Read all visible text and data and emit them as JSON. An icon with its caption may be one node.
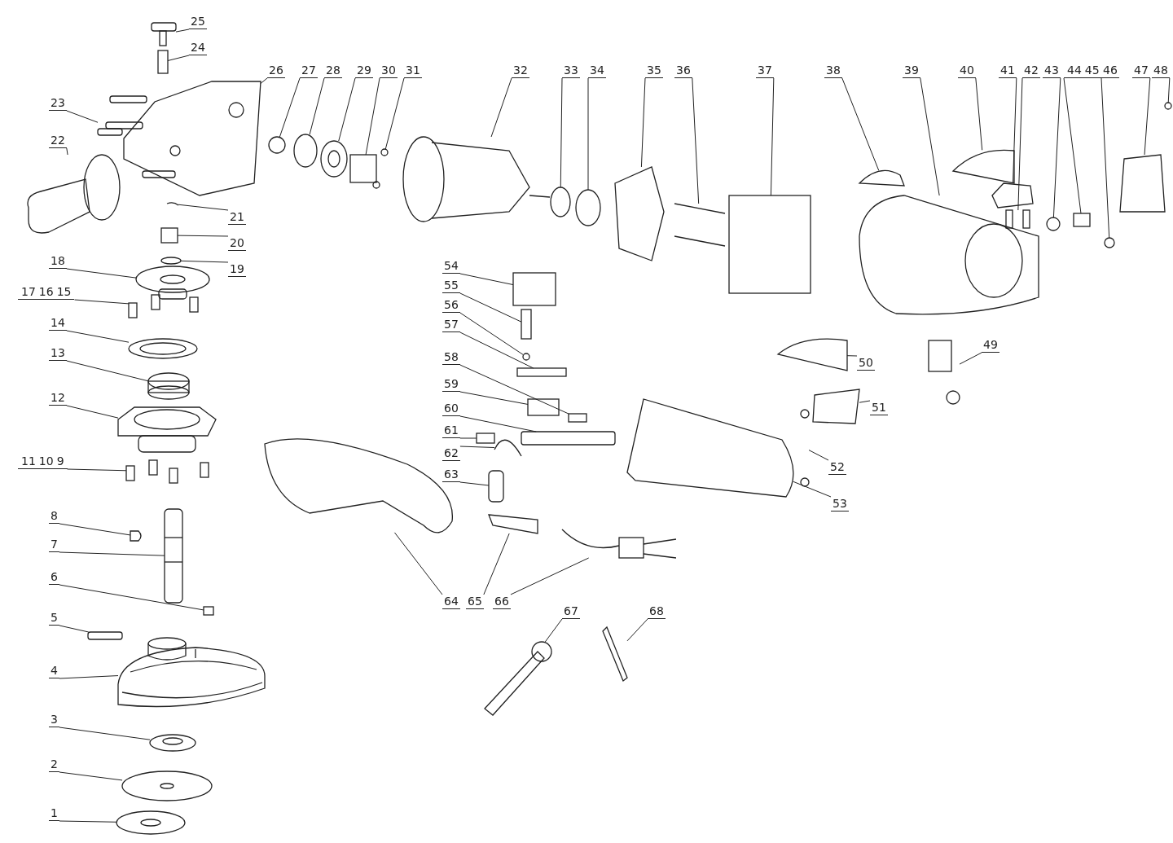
{
  "diagram": {
    "nodes": [
      {
        "text": [
          "1"
        ]
      },
      {
        "text": [
          "2"
        ]
      },
      {
        "text": [
          "3"
        ]
      },
      {
        "text": [
          "4"
        ]
      },
      {
        "text": [
          "5"
        ]
      },
      {
        "text": [
          "6"
        ]
      },
      {
        "text": [
          "7"
        ]
      },
      {
        "text": [
          "8"
        ]
      },
      {
        "text": [
          "11",
          "10",
          "9"
        ]
      },
      {
        "text": [
          "12"
        ]
      },
      {
        "text": [
          "13"
        ]
      },
      {
        "text": [
          "14"
        ]
      },
      {
        "text": [
          "17",
          "16",
          "15"
        ]
      },
      {
        "text": [
          "18"
        ]
      },
      {
        "text": [
          "19"
        ]
      },
      {
        "text": [
          "20"
        ]
      },
      {
        "text": [
          "21"
        ]
      },
      {
        "text": [
          "22"
        ]
      },
      {
        "text": [
          "23"
        ]
      },
      {
        "text": [
          "24"
        ]
      },
      {
        "text": [
          "25"
        ]
      },
      {
        "text": [
          "26"
        ]
      },
      {
        "text": [
          "27"
        ]
      },
      {
        "text": [
          "28"
        ]
      },
      {
        "text": [
          "29"
        ]
      },
      {
        "text": [
          "30"
        ]
      },
      {
        "text": [
          "31"
        ]
      },
      {
        "text": [
          "32"
        ]
      },
      {
        "text": [
          "33"
        ]
      },
      {
        "text": [
          "34"
        ]
      },
      {
        "text": [
          "35"
        ]
      },
      {
        "text": [
          "36"
        ]
      },
      {
        "text": [
          "37"
        ]
      },
      {
        "text": [
          "38"
        ]
      },
      {
        "text": [
          "39"
        ]
      },
      {
        "text": [
          "40"
        ]
      },
      {
        "text": [
          "41"
        ]
      },
      {
        "text": [
          "42"
        ]
      },
      {
        "text": [
          "43"
        ]
      },
      {
        "text": [
          "44",
          "45"
        ]
      },
      {
        "text": [
          "46"
        ]
      },
      {
        "text": [
          "47"
        ]
      },
      {
        "text": [
          "48"
        ]
      },
      {
        "text": [
          "49"
        ]
      },
      {
        "text": [
          "50"
        ]
      },
      {
        "text": [
          "51"
        ]
      },
      {
        "text": [
          "52"
        ]
      },
      {
        "text": [
          "53"
        ]
      },
      {
        "text": [
          "54"
        ]
      },
      {
        "text": [
          "55"
        ]
      },
      {
        "text": [
          "56"
        ]
      },
      {
        "text": [
          "57"
        ]
      },
      {
        "text": [
          "58"
        ]
      },
      {
        "text": [
          "59"
        ]
      },
      {
        "text": [
          "60"
        ]
      },
      {
        "text": [
          "61"
        ]
      },
      {
        "text": [
          "62"
        ]
      },
      {
        "text": [
          "63"
        ]
      },
      {
        "text": [
          "64"
        ]
      },
      {
        "text": [
          "65"
        ]
      },
      {
        "text": [
          "66"
        ]
      },
      {
        "text": [
          "67"
        ]
      },
      {
        "text": [
          "68"
        ]
      },
      {
        "text": [],
        "shape": "picture"
      },
      {
        "text": [],
        "shape": "picture"
      },
      {
        "text": [],
        "shape": "picture"
      },
      {
        "text": [],
        "shape": "picture"
      },
      {
        "text": [],
        "shape": "box"
      },
      {
        "text": [],
        "shape": "box"
      },
      {
        "text": [],
        "shape": "picture"
      },
      {
        "text": [],
        "shape": "picture"
      },
      {
        "text": [],
        "shape": "picture"
      },
      {
        "text": [],
        "shape": "picture"
      },
      {
        "text": [],
        "shape": "cylinder"
      },
      {
        "text": [],
        "shape": "picture"
      },
      {
        "text": [],
        "shape": "picture"
      },
      {
        "text": [],
        "shape": "picture"
      },
      {
        "text": [],
        "shape": "circle"
      },
      {
        "text": [],
        "shape": "box"
      },
      {
        "text": [],
        "shape": "picture"
      },
      {
        "text": [],
        "shape": "picture"
      },
      {
        "text": [],
        "shape": "picture"
      },
      {
        "text": [],
        "shape": "box"
      },
      {
        "text": [],
        "shape": "picture"
      },
      {
        "text": [],
        "shape": "picture"
      },
      {
        "text": [],
        "shape": "circle"
      },
      {
        "text": [],
        "shape": "circle"
      },
      {
        "text": [],
        "shape": "picture"
      },
      {
        "text": [],
        "shape": "box"
      },
      {
        "text": [],
        "shape": "picture"
      },
      {
        "text": [],
        "shape": "picture"
      },
      {
        "text": [],
        "shape": "circle"
      },
      {
        "text": [],
        "shape": "circle"
      },
      {
        "text": [],
        "shape": "picture"
      },
      {
        "text": [],
        "shape": "picture"
      },
      {
        "text": [],
        "shape": "box"
      },
      {
        "text": [],
        "shape": "picture"
      },
      {
        "text": [],
        "shape": "picture"
      },
      {
        "text": [],
        "shape": "picture"
      },
      {
        "text": [],
        "shape": "picture"
      },
      {
        "text": [],
        "shape": "picture"
      },
      {
        "text": [],
        "shape": "circle"
      },
      {
        "text": [],
        "shape": "box"
      },
      {
        "text": [],
        "shape": "circle"
      },
      {
        "text": [],
        "shape": "picture"
      },
      {
        "text": [],
        "shape": "circle"
      },
      {
        "text": [],
        "shape": "picture"
      },
      {
        "text": [],
        "shape": "picture"
      },
      {
        "text": [],
        "shape": "picture"
      },
      {
        "text": [],
        "shape": "picture"
      },
      {
        "text": [],
        "shape": "picture"
      },
      {
        "text": [],
        "shape": "box"
      },
      {
        "text": [],
        "shape": "box"
      },
      {
        "text": [],
        "shape": "circle"
      },
      {
        "text": [],
        "shape": "box"
      },
      {
        "text": [],
        "shape": "box"
      },
      {
        "text": [],
        "shape": "box"
      },
      {
        "text": [],
        "shape": "box"
      },
      {
        "text": [],
        "shape": "box"
      },
      {
        "text": [],
        "shape": "picture"
      },
      {
        "text": [],
        "shape": "box"
      },
      {
        "text": [],
        "shape": "picture"
      },
      {
        "text": [],
        "shape": "picture"
      },
      {
        "text": [],
        "shape": "picture"
      },
      {
        "text": [],
        "shape": "picture"
      },
      {
        "text": [],
        "shape": "picture"
      }
    ],
    "edges": [
      {
        "from": 0,
        "to": 63,
        "arrow": "none"
      },
      {
        "from": 1,
        "to": 64,
        "arrow": "none"
      },
      {
        "from": 2,
        "to": 65,
        "arrow": "none"
      },
      {
        "from": 3,
        "to": 66,
        "arrow": "none"
      },
      {
        "from": 4,
        "to": 67,
        "arrow": "none"
      },
      {
        "from": 5,
        "to": 68,
        "arrow": "none"
      },
      {
        "from": 6,
        "to": 69,
        "arrow": "none"
      },
      {
        "from": 7,
        "to": 70,
        "arrow": "none"
      },
      {
        "from": 8,
        "to": 71,
        "arrow": "none"
      },
      {
        "from": 9,
        "to": 72,
        "arrow": "none"
      },
      {
        "from": 10,
        "to": 73,
        "arrow": "none"
      },
      {
        "from": 11,
        "to": 74,
        "arrow": "none"
      },
      {
        "from": 12,
        "to": 75,
        "arrow": "none"
      },
      {
        "from": 13,
        "to": 76,
        "arrow": "none"
      },
      {
        "from": 14,
        "to": 77,
        "arrow": "none"
      },
      {
        "from": 15,
        "to": 78,
        "arrow": "none"
      },
      {
        "from": 16,
        "to": 79,
        "arrow": "none"
      },
      {
        "from": 17,
        "to": 80,
        "arrow": "none"
      },
      {
        "from": 18,
        "to": 81,
        "arrow": "none"
      },
      {
        "from": 19,
        "to": 82,
        "arrow": "none"
      },
      {
        "from": 20,
        "to": 83,
        "arrow": "none"
      },
      {
        "from": 21,
        "to": 84,
        "arrow": "none"
      },
      {
        "from": 22,
        "to": 85,
        "arrow": "none"
      },
      {
        "from": 23,
        "to": 86,
        "arrow": "none"
      },
      {
        "from": 24,
        "to": 87,
        "arrow": "none"
      },
      {
        "from": 25,
        "to": 88,
        "arrow": "none"
      },
      {
        "from": 26,
        "to": 89,
        "arrow": "none"
      },
      {
        "from": 27,
        "to": 90,
        "arrow": "none"
      },
      {
        "from": 28,
        "to": 91,
        "arrow": "none"
      },
      {
        "from": 29,
        "to": 92,
        "arrow": "none"
      },
      {
        "from": 30,
        "to": 93,
        "arrow": "none"
      },
      {
        "from": 31,
        "to": 94,
        "arrow": "none"
      },
      {
        "from": 32,
        "to": 95,
        "arrow": "none"
      },
      {
        "from": 33,
        "to": 96,
        "arrow": "none"
      },
      {
        "from": 34,
        "to": 97,
        "arrow": "none"
      },
      {
        "from": 35,
        "to": 98,
        "arrow": "none"
      },
      {
        "from": 36,
        "to": 99,
        "arrow": "none"
      },
      {
        "from": 37,
        "to": 100,
        "arrow": "none"
      },
      {
        "from": 38,
        "to": 101,
        "arrow": "none"
      },
      {
        "from": 39,
        "to": 102,
        "arrow": "none"
      },
      {
        "from": 40,
        "to": 103,
        "arrow": "none"
      },
      {
        "from": 41,
        "to": 104,
        "arrow": "none"
      },
      {
        "from": 42,
        "to": 105,
        "arrow": "none"
      },
      {
        "from": 43,
        "to": 106,
        "arrow": "none"
      },
      {
        "from": 44,
        "to": 107,
        "arrow": "none"
      },
      {
        "from": 45,
        "to": 108,
        "arrow": "none"
      },
      {
        "from": 46,
        "to": 109,
        "arrow": "none"
      },
      {
        "from": 47,
        "to": 110,
        "arrow": "none"
      },
      {
        "from": 48,
        "to": 111,
        "arrow": "none"
      },
      {
        "from": 49,
        "to": 112,
        "arrow": "none"
      },
      {
        "from": 50,
        "to": 113,
        "arrow": "none"
      },
      {
        "from": 51,
        "to": 114,
        "arrow": "none"
      },
      {
        "from": 52,
        "to": 115,
        "arrow": "none"
      },
      {
        "from": 53,
        "to": 116,
        "arrow": "none"
      },
      {
        "from": 54,
        "to": 117,
        "arrow": "none"
      },
      {
        "from": 55,
        "to": 118,
        "arrow": "none"
      },
      {
        "from": 56,
        "to": 119,
        "arrow": "none"
      },
      {
        "from": 57,
        "to": 120,
        "arrow": "none"
      },
      {
        "from": 58,
        "to": 121,
        "arrow": "none"
      },
      {
        "from": 59,
        "to": 122,
        "arrow": "none"
      },
      {
        "from": 60,
        "to": 123,
        "arrow": "none"
      },
      {
        "from": 61,
        "to": 124,
        "arrow": "none"
      },
      {
        "from": 62,
        "to": 125,
        "arrow": "none"
      }
    ]
  }
}
